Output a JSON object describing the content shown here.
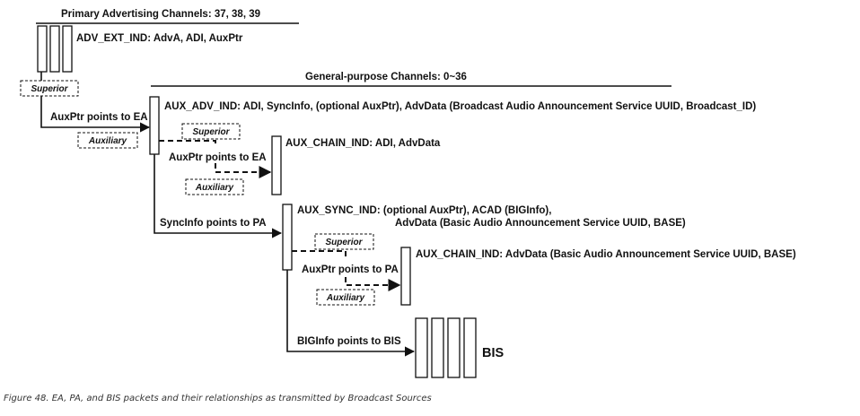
{
  "headings": {
    "primary": "Primary Advertising Channels: 37, 38, 39",
    "general": "General-purpose Channels: 0~36"
  },
  "packets": {
    "adv_ext_ind": "ADV_EXT_IND: AdvA, ADI, AuxPtr",
    "aux_adv_ind": "AUX_ADV_IND: ADI, SyncInfo, (optional AuxPtr),  AdvData (Broadcast Audio Announcement Service UUID, Broadcast_ID)",
    "aux_chain_ind_1": "AUX_CHAIN_IND: ADI, AdvData",
    "aux_sync_ind_line1": "AUX_SYNC_IND: (optional AuxPtr), ACAD (BIGInfo),",
    "aux_sync_ind_line2": "AdvData (Basic Audio Announcement Service UUID, BASE)",
    "aux_chain_ind_2": "AUX_CHAIN_IND: AdvData (Basic Audio Announcement Service UUID, BASE)",
    "bis": "BIS"
  },
  "roles": {
    "superior": "Superior",
    "auxiliary": "Auxiliary"
  },
  "links": {
    "auxptr_ea": "AuxPtr points to EA",
    "auxptr_ea_2": "AuxPtr points to EA",
    "syncinfo_pa": "SyncInfo points to PA",
    "auxptr_pa": "AuxPtr points to PA",
    "biginfo_bis": "BIGInfo points to BIS"
  },
  "caption": "Figure 48. EA, PA, and BIS packets and their relationships as transmitted by Broadcast Sources"
}
